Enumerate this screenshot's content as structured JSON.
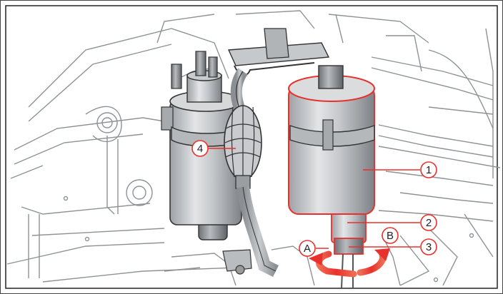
{
  "figure": {
    "accent_color": "#e8302c",
    "callouts": [
      {
        "id": "1",
        "label": "1"
      },
      {
        "id": "2",
        "label": "2"
      },
      {
        "id": "3",
        "label": "3"
      },
      {
        "id": "4",
        "label": "4"
      },
      {
        "id": "A",
        "label": "A"
      },
      {
        "id": "B",
        "label": "B"
      }
    ]
  }
}
